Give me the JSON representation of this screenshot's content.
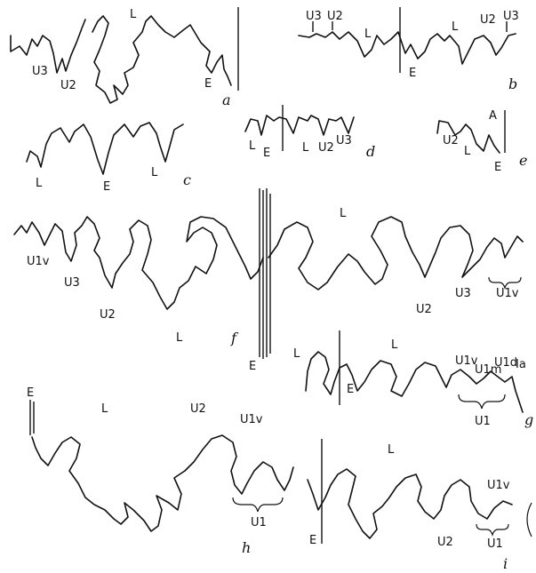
{
  "panels": {
    "a": {
      "letter": "a",
      "labels": {
        "L": "L",
        "U3": "U3",
        "U2": "U2",
        "E": "E"
      }
    },
    "b": {
      "letter": "b",
      "labels": {
        "U3_left": "U3",
        "U2_left": "U2",
        "L_left": "L",
        "E": "E",
        "L_right": "L",
        "U2_right": "U2",
        "U3_right": "U3"
      }
    },
    "c": {
      "letter": "c",
      "labels": {
        "L_left": "L",
        "E": "E",
        "L_right": "L"
      }
    },
    "d": {
      "letter": "d",
      "labels": {
        "L_left": "L",
        "E": "E",
        "L_right": "L",
        "U2": "U2",
        "U3": "U3"
      }
    },
    "e": {
      "letter": "e",
      "labels": {
        "A": "A",
        "U2": "U2",
        "L": "L",
        "E": "E"
      }
    },
    "f": {
      "letter": "f",
      "labels": {
        "U1v_left": "U1v",
        "U3_left": "U3",
        "U2_left": "U2",
        "L_bottom": "L",
        "E": "E",
        "L_top": "L",
        "U2_right": "U2",
        "U3_right": "U3",
        "U1v_right": "U1v"
      }
    },
    "g": {
      "letter": "g",
      "labels": {
        "L_left": "L",
        "E": "E",
        "L_mid": "L",
        "U1v": "U1v",
        "U1m": "U1m",
        "U1d": "U1d",
        "I": "Ia",
        "U1": "U1"
      }
    },
    "h": {
      "letter": "h",
      "labels": {
        "E": "E",
        "L": "L",
        "U2": "U2",
        "U1v": "U1v",
        "U1": "U1"
      }
    },
    "i": {
      "letter": "i",
      "labels": {
        "E": "E",
        "L": "L",
        "U2": "U2",
        "U1v": "U1v",
        "U1": "U1"
      }
    }
  }
}
